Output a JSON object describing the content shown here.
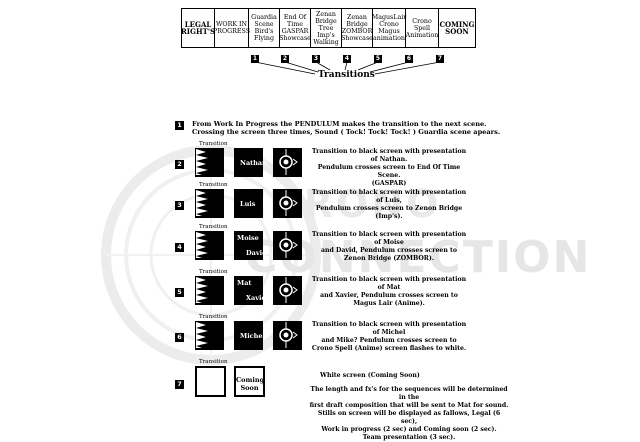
{
  "strip": {
    "cells": [
      {
        "lines": [
          "LEGAL",
          "RIGHT'S"
        ]
      },
      {
        "lines": [
          "WORK IN",
          "PROGRESS"
        ]
      },
      {
        "lines": [
          "Guardia",
          "Scene",
          "Bird's",
          "Flying"
        ]
      },
      {
        "lines": [
          "End Of",
          "Time",
          "GASPAR",
          "Showcase"
        ]
      },
      {
        "lines": [
          "Zenan",
          "Bridge",
          "Tree Imp's",
          "Walking"
        ]
      },
      {
        "lines": [
          "Zenan",
          "Bridge",
          "ZOMBOR",
          "Showcase"
        ]
      },
      {
        "lines": [
          "MagusLair",
          "Crono",
          "Magus",
          "animation"
        ]
      },
      {
        "lines": [
          "Crono",
          "Spell",
          "Animation"
        ]
      },
      {
        "lines": [
          "COMING",
          "SOON"
        ]
      }
    ],
    "badges": [
      "1",
      "2",
      "3",
      "4",
      "5",
      "6",
      "7"
    ],
    "transitions_label": "Transitions"
  },
  "watermark": {
    "line1": "CHRONO",
    "line2": "CONNECTION"
  },
  "intro": {
    "number": "1",
    "line1": "From Work In Progress the PENDULUM makes the transition to the next scene.",
    "line2": "Crossing the screen three times, Sound ( Tock! Tock! Tock! ) Guardia scene apears."
  },
  "rows": [
    {
      "number": "2",
      "label": "Transition",
      "names": [
        "Nathan"
      ],
      "desc": [
        "Transition to black screen with presentation of Nathan.",
        "Pendulum crosses screen to End Of Time Scene.",
        "(GASPAR)"
      ]
    },
    {
      "number": "3",
      "label": "Transition",
      "names": [
        "Luis"
      ],
      "desc": [
        "Transition to black screen with presentation of Luis,",
        "Pendulum crosses screen to Zenon Bridge (Imp's)."
      ]
    },
    {
      "number": "4",
      "label": "Transition",
      "names": [
        "Moise",
        "David"
      ],
      "desc": [
        "Transition to black screen with presentation of  Moise",
        "and David, Pendulum crosses screen to",
        "Zenon Bridge (ZOMBOR)."
      ]
    },
    {
      "number": "5",
      "label": "Transition",
      "names": [
        "Mat",
        "Xavier"
      ],
      "desc": [
        "Transition to black screen with presentation of  Mat",
        "and Xavier, Pendulum crosses screen to",
        "Magus Lair (Anime)."
      ]
    },
    {
      "number": "6",
      "label": "Transition",
      "names": [
        "Michel"
      ],
      "desc": [
        "Transition to black screen with presentation of  Michel",
        "and Mike? Pendulum crosses screen to",
        "Crono Spell (Anime) screen flashes to white."
      ]
    }
  ],
  "last": {
    "number": "7",
    "label": "Transition",
    "coming": [
      "Coming",
      "Soon"
    ],
    "white": "White screen (Coming Soon)",
    "footer": [
      "The length and fx's for the sequences will be determined in the",
      "first draft composition that will be sent to Mat for sound.",
      "Stills on screen will be displayed as fallows, Legal (6 sec),",
      "Work in progress (2 sec) and Coming soon  (2 sec).",
      "Team presentation (3 sec)."
    ]
  }
}
